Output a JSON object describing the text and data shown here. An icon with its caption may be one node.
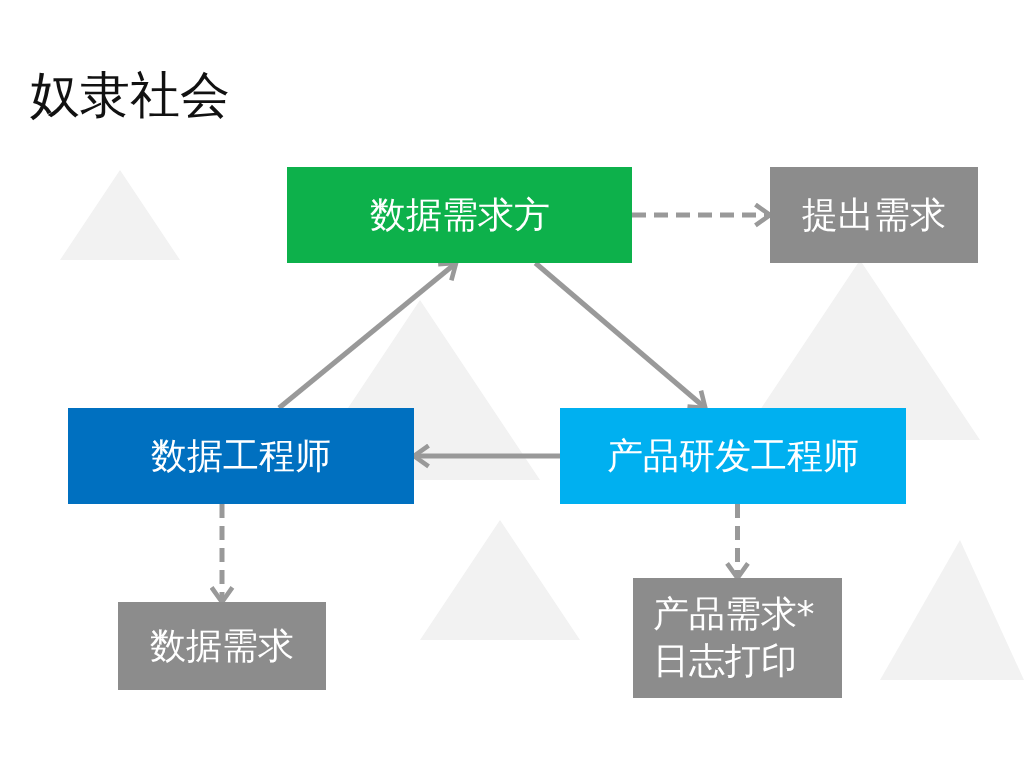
{
  "diagram": {
    "title": "奴隶社会",
    "nodes": [
      {
        "text": [
          "数据需求方"
        ]
      },
      {
        "text": [
          "提出需求"
        ]
      },
      {
        "text": [
          "数据工程师"
        ]
      },
      {
        "text": [
          "产品研发工程师"
        ]
      },
      {
        "text": [
          "数据需求"
        ]
      },
      {
        "text": [
          "产品需求*日志打印"
        ]
      }
    ],
    "edges": [
      {
        "from": 0,
        "to": 1,
        "arrow": "to",
        "style": "dashed"
      },
      {
        "from": 2,
        "to": 0,
        "arrow": "to"
      },
      {
        "from": 0,
        "to": 3,
        "arrow": "to"
      },
      {
        "from": 3,
        "to": 2,
        "arrow": "to"
      },
      {
        "from": 2,
        "to": 4,
        "arrow": "to",
        "style": "dashed"
      },
      {
        "from": 3,
        "to": 5,
        "arrow": "to",
        "style": "dashed"
      }
    ]
  }
}
